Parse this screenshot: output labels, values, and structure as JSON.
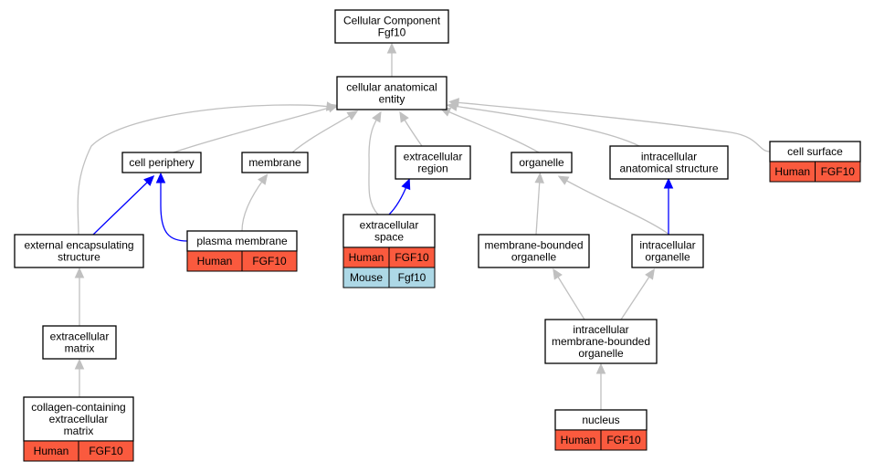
{
  "nodes": {
    "root": {
      "lines": [
        "Cellular Component",
        "Fgf10"
      ]
    },
    "cae": {
      "lines": [
        "cellular anatomical",
        "entity"
      ]
    },
    "periphery": {
      "lines": [
        "cell periphery"
      ]
    },
    "membrane": {
      "lines": [
        "membrane"
      ]
    },
    "ecregion": {
      "lines": [
        "extracellular",
        "region"
      ]
    },
    "organelle": {
      "lines": [
        "organelle"
      ]
    },
    "ias": {
      "lines": [
        "intracellular",
        "anatomical structure"
      ]
    },
    "surface": {
      "lines": [
        "cell surface"
      ]
    },
    "ees": {
      "lines": [
        "external encapsulating",
        "structure"
      ]
    },
    "pm": {
      "lines": [
        "plasma membrane"
      ]
    },
    "ecspace": {
      "lines": [
        "extracellular",
        "space"
      ]
    },
    "mbo": {
      "lines": [
        "membrane-bounded",
        "organelle"
      ]
    },
    "io": {
      "lines": [
        "intracellular",
        "organelle"
      ]
    },
    "ecm": {
      "lines": [
        "extracellular",
        "matrix"
      ]
    },
    "imbo": {
      "lines": [
        "intracellular",
        "membrane-bounded",
        "organelle"
      ]
    },
    "collagen": {
      "lines": [
        "collagen-containing",
        "extracellular",
        "matrix"
      ]
    },
    "nucleus": {
      "lines": [
        "nucleus"
      ]
    }
  },
  "annotations": {
    "surface": [
      {
        "species": "Human",
        "gene": "FGF10",
        "color": "#fa5a3e"
      }
    ],
    "pm": [
      {
        "species": "Human",
        "gene": "FGF10",
        "color": "#fa5a3e"
      }
    ],
    "ecspace": [
      {
        "species": "Human",
        "gene": "FGF10",
        "color": "#fa5a3e"
      },
      {
        "species": "Mouse",
        "gene": "Fgf10",
        "color": "#add8e6"
      }
    ],
    "collagen": [
      {
        "species": "Human",
        "gene": "FGF10",
        "color": "#fa5a3e"
      }
    ],
    "nucleus": [
      {
        "species": "Human",
        "gene": "FGF10",
        "color": "#fa5a3e"
      }
    ]
  },
  "edges": [
    {
      "from": "cae",
      "to": "root",
      "color": "gray"
    },
    {
      "from": "periphery",
      "to": "cae",
      "color": "gray"
    },
    {
      "from": "membrane",
      "to": "cae",
      "color": "gray"
    },
    {
      "from": "ecregion",
      "to": "cae",
      "color": "gray"
    },
    {
      "from": "organelle",
      "to": "cae",
      "color": "gray"
    },
    {
      "from": "ias",
      "to": "cae",
      "color": "gray"
    },
    {
      "from": "surface",
      "to": "cae",
      "color": "gray"
    },
    {
      "from": "ees",
      "to": "cae",
      "color": "gray"
    },
    {
      "from": "ecspace",
      "to": "cae",
      "color": "gray"
    },
    {
      "from": "ees",
      "to": "periphery",
      "color": "blue"
    },
    {
      "from": "pm",
      "to": "periphery",
      "color": "blue"
    },
    {
      "from": "pm",
      "to": "membrane",
      "color": "gray"
    },
    {
      "from": "ecspace",
      "to": "ecregion",
      "color": "blue"
    },
    {
      "from": "mbo",
      "to": "organelle",
      "color": "gray"
    },
    {
      "from": "io",
      "to": "organelle",
      "color": "gray"
    },
    {
      "from": "io",
      "to": "ias",
      "color": "blue"
    },
    {
      "from": "ecm",
      "to": "ees",
      "color": "gray"
    },
    {
      "from": "collagen",
      "to": "ecm",
      "color": "gray"
    },
    {
      "from": "imbo",
      "to": "mbo",
      "color": "gray"
    },
    {
      "from": "imbo",
      "to": "io",
      "color": "gray"
    },
    {
      "from": "nucleus",
      "to": "imbo",
      "color": "gray"
    }
  ]
}
